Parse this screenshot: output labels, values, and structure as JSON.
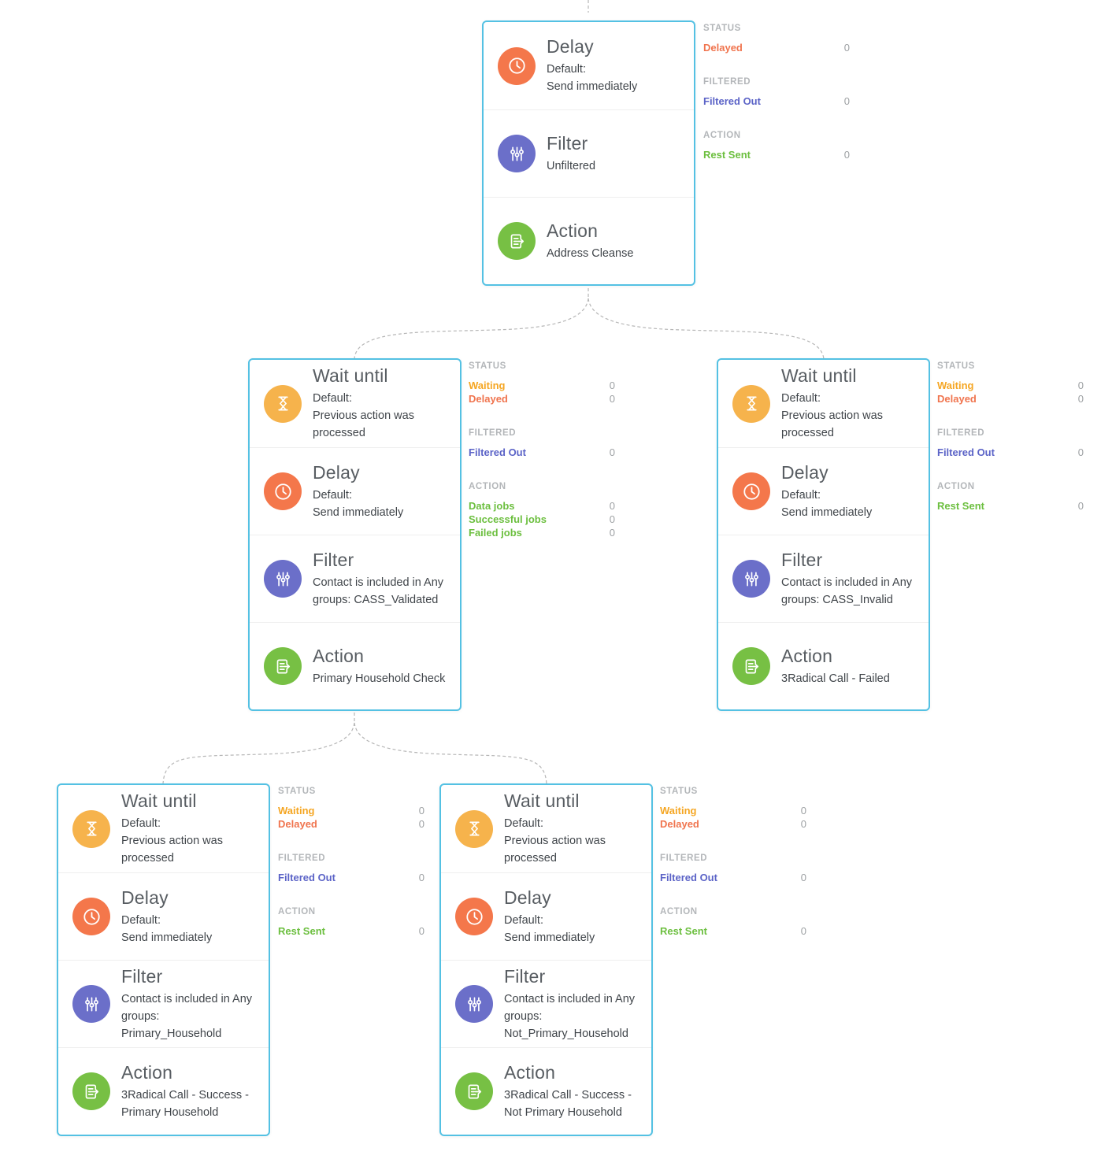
{
  "colors": {
    "card_border": "#54c1e3",
    "delay_icon_bg": "#f4774b",
    "wait_icon_bg": "#f6b34c",
    "filter_icon_bg": "#6b6fc9",
    "action_icon_bg": "#77c044",
    "stat_waiting": "#f5a623",
    "stat_delayed": "#f0744e",
    "stat_filtered_out": "#5b63c7",
    "stat_action_green": "#6cbf3f"
  },
  "nodes": [
    {
      "id": "address-cleanse",
      "sections": [
        {
          "icon": "clock-icon",
          "title": "Delay",
          "desc": "Default:\nSend immediately"
        },
        {
          "icon": "sliders-icon",
          "title": "Filter",
          "desc": "Unfiltered"
        },
        {
          "icon": "document-arrow-icon",
          "title": "Action",
          "desc": "Address Cleanse"
        }
      ],
      "stats": [
        {
          "label": "STATUS",
          "rows": [
            {
              "name": "Delayed",
              "value": "0"
            }
          ]
        },
        {
          "label": "FILTERED",
          "rows": [
            {
              "name": "Filtered Out",
              "value": "0"
            }
          ]
        },
        {
          "label": "ACTION",
          "rows": [
            {
              "name": "Rest Sent",
              "value": "0"
            }
          ]
        }
      ]
    },
    {
      "id": "cass-validated",
      "sections": [
        {
          "icon": "hourglass-icon",
          "title": "Wait until",
          "desc": "Default:\nPrevious action was processed"
        },
        {
          "icon": "clock-icon",
          "title": "Delay",
          "desc": "Default:\nSend immediately"
        },
        {
          "icon": "sliders-icon",
          "title": "Filter",
          "desc": "Contact is included in Any groups: CASS_Validated"
        },
        {
          "icon": "document-arrow-icon",
          "title": "Action",
          "desc": "Primary Household Check"
        }
      ],
      "stats": [
        {
          "label": "STATUS",
          "rows": [
            {
              "name": "Waiting",
              "value": "0"
            },
            {
              "name": "Delayed",
              "value": "0"
            }
          ]
        },
        {
          "label": "FILTERED",
          "rows": [
            {
              "name": "Filtered Out",
              "value": "0"
            }
          ]
        },
        {
          "label": "ACTION",
          "rows": [
            {
              "name": "Data jobs",
              "value": "0"
            },
            {
              "name": "Successful jobs",
              "value": "0"
            },
            {
              "name": "Failed jobs",
              "value": "0"
            }
          ]
        }
      ]
    },
    {
      "id": "cass-invalid",
      "sections": [
        {
          "icon": "hourglass-icon",
          "title": "Wait until",
          "desc": "Default:\nPrevious action was processed"
        },
        {
          "icon": "clock-icon",
          "title": "Delay",
          "desc": "Default:\nSend immediately"
        },
        {
          "icon": "sliders-icon",
          "title": "Filter",
          "desc": "Contact is included in Any groups: CASS_Invalid"
        },
        {
          "icon": "document-arrow-icon",
          "title": "Action",
          "desc": "3Radical Call - Failed"
        }
      ],
      "stats": [
        {
          "label": "STATUS",
          "rows": [
            {
              "name": "Waiting",
              "value": "0"
            },
            {
              "name": "Delayed",
              "value": "0"
            }
          ]
        },
        {
          "label": "FILTERED",
          "rows": [
            {
              "name": "Filtered Out",
              "value": "0"
            }
          ]
        },
        {
          "label": "ACTION",
          "rows": [
            {
              "name": "Rest Sent",
              "value": "0"
            }
          ]
        }
      ]
    },
    {
      "id": "primary-household",
      "sections": [
        {
          "icon": "hourglass-icon",
          "title": "Wait until",
          "desc": "Default:\nPrevious action was processed"
        },
        {
          "icon": "clock-icon",
          "title": "Delay",
          "desc": "Default:\nSend immediately"
        },
        {
          "icon": "sliders-icon",
          "title": "Filter",
          "desc": "Contact is included in Any groups: Primary_Household"
        },
        {
          "icon": "document-arrow-icon",
          "title": "Action",
          "desc": "3Radical Call - Success - Primary Household"
        }
      ],
      "stats": [
        {
          "label": "STATUS",
          "rows": [
            {
              "name": "Waiting",
              "value": "0"
            },
            {
              "name": "Delayed",
              "value": "0"
            }
          ]
        },
        {
          "label": "FILTERED",
          "rows": [
            {
              "name": "Filtered Out",
              "value": "0"
            }
          ]
        },
        {
          "label": "ACTION",
          "rows": [
            {
              "name": "Rest Sent",
              "value": "0"
            }
          ]
        }
      ]
    },
    {
      "id": "not-primary-household",
      "sections": [
        {
          "icon": "hourglass-icon",
          "title": "Wait until",
          "desc": "Default:\nPrevious action was processed"
        },
        {
          "icon": "clock-icon",
          "title": "Delay",
          "desc": "Default:\nSend immediately"
        },
        {
          "icon": "sliders-icon",
          "title": "Filter",
          "desc": "Contact is included in Any groups: Not_Primary_Household"
        },
        {
          "icon": "document-arrow-icon",
          "title": "Action",
          "desc": "3Radical Call - Success - Not Primary Household"
        }
      ],
      "stats": [
        {
          "label": "STATUS",
          "rows": [
            {
              "name": "Waiting",
              "value": "0"
            },
            {
              "name": "Delayed",
              "value": "0"
            }
          ]
        },
        {
          "label": "FILTERED",
          "rows": [
            {
              "name": "Filtered Out",
              "value": "0"
            }
          ]
        },
        {
          "label": "ACTION",
          "rows": [
            {
              "name": "Rest Sent",
              "value": "0"
            }
          ]
        }
      ]
    }
  ]
}
